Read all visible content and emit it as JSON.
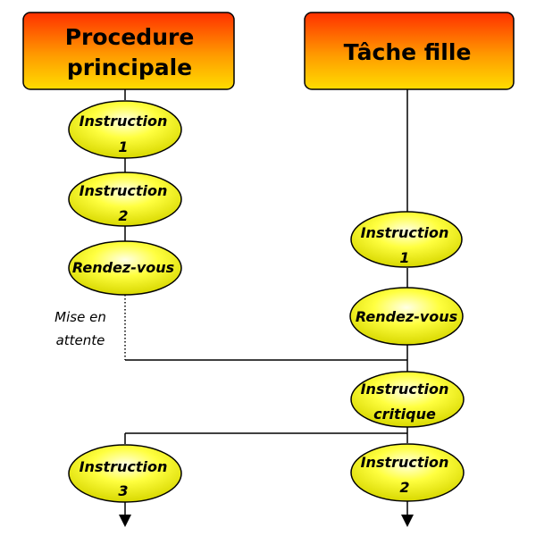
{
  "headers": {
    "main": {
      "line1": "Procedure",
      "line2": "principale"
    },
    "child": {
      "label": "Tâche fille"
    }
  },
  "main_flow": {
    "instruction1": {
      "line1": "Instruction",
      "line2": "1"
    },
    "instruction2": {
      "line1": "Instruction",
      "line2": "2"
    },
    "rendezvous": {
      "label": "Rendez-vous"
    },
    "wait_note": {
      "line1": "Mise en",
      "line2": "attente"
    },
    "instruction3": {
      "line1": "Instruction",
      "line2": "3"
    }
  },
  "child_flow": {
    "instruction1": {
      "line1": "Instruction",
      "line2": "1"
    },
    "rendezvous": {
      "label": "Rendez-vous"
    },
    "critical": {
      "line1": "Instruction",
      "line2": "critique"
    },
    "instruction2": {
      "line1": "Instruction",
      "line2": "2"
    }
  },
  "colors": {
    "header_top": "#ff0000",
    "header_bottom": "#ffd700",
    "node_fill": "#ffff00",
    "node_highlight": "#ffffcc",
    "stroke": "#000000"
  }
}
